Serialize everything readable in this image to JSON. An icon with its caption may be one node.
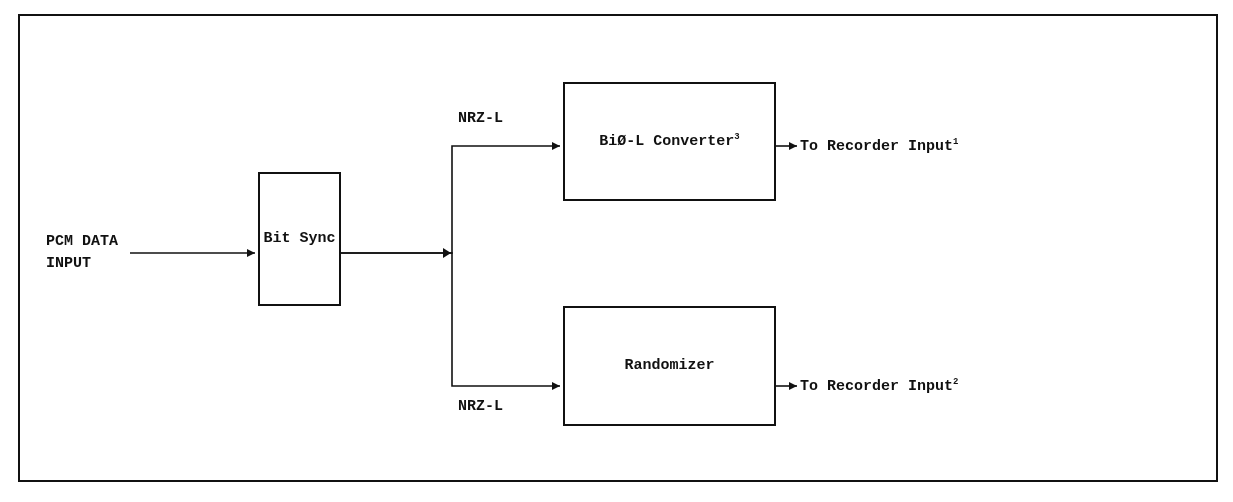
{
  "diagram": {
    "nodes": [
      {
        "text": [
          "PCM DATA INPUT"
        ]
      },
      {
        "text": [
          "Bit Sync"
        ]
      },
      {
        "text": [
          "BiØ-L Converter$^{3}$"
        ]
      },
      {
        "text": [
          "Randomizer"
        ]
      },
      {
        "text": [
          "To Recorder Input$^{1}$"
        ]
      },
      {
        "text": [
          "To Recorder Input$^{2}$"
        ]
      }
    ],
    "edges": [
      {
        "from": 0,
        "to": 1,
        "arrow": "to"
      },
      {
        "from": 1,
        "to": 2,
        "arrow": "to",
        "label": "NRZ-L"
      },
      {
        "from": 1,
        "to": 3,
        "arrow": "to",
        "label": "NRZ-L"
      },
      {
        "from": 2,
        "to": 4,
        "arrow": "to"
      },
      {
        "from": 3,
        "to": 5,
        "arrow": "to"
      }
    ]
  }
}
